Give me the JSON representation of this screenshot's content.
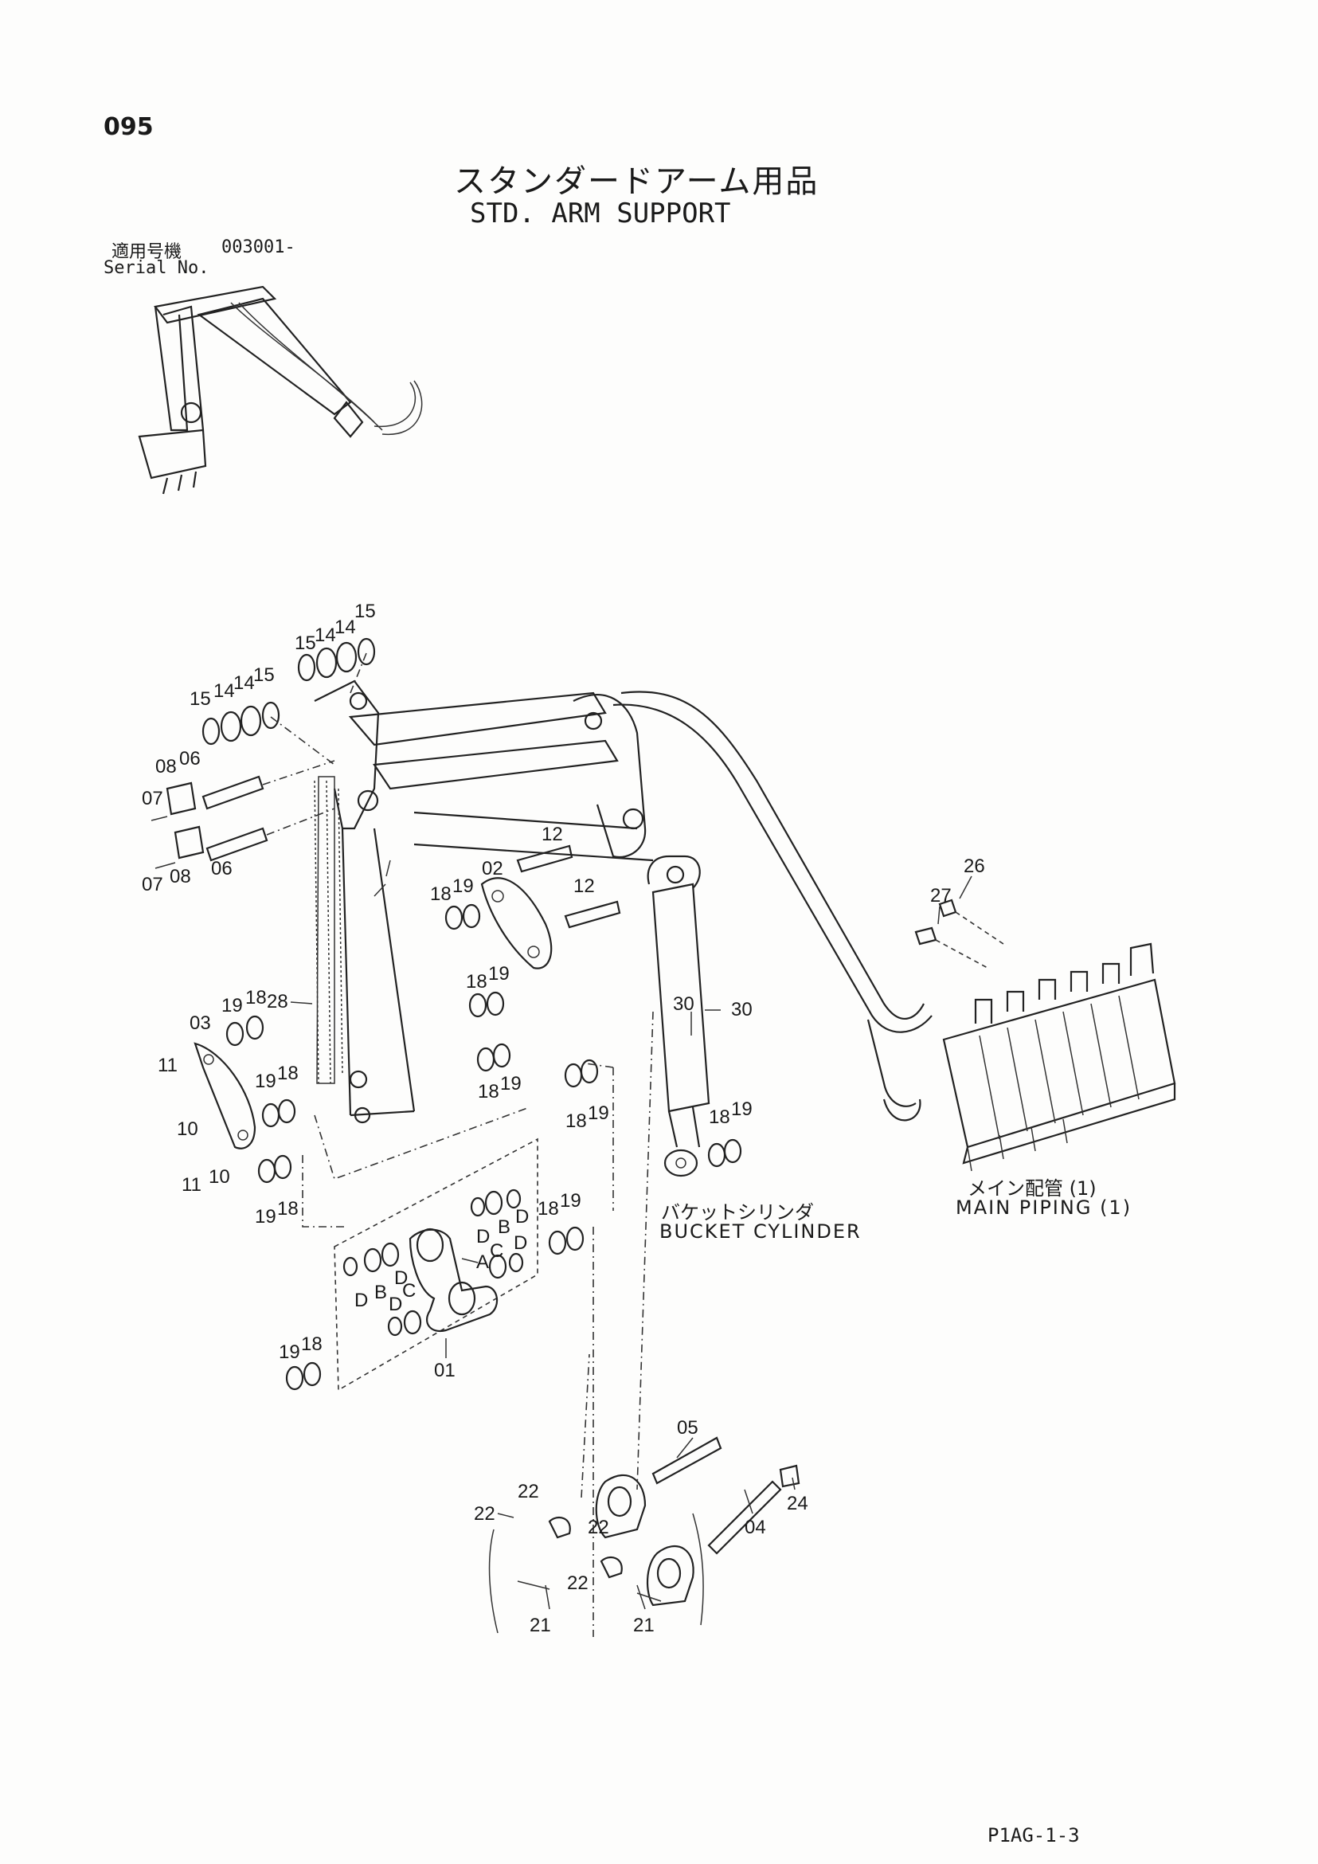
{
  "page_number": "095",
  "title_jp": "スタンダードアーム用品",
  "title_en": "STD. ARM SUPPORT",
  "serial": {
    "label_jp": "適用号機",
    "label_en": "Serial No.",
    "value": "003001-"
  },
  "callouts": {
    "bucket_cylinder_jp": "バケットシリンダ",
    "bucket_cylinder_en": "BUCKET CYLINDER",
    "main_piping_jp": "メイン配管 (1)",
    "main_piping_en": "MAIN PIPING (1)"
  },
  "footer_code": "P1AG-1-3",
  "part_labels": [
    "01",
    "02",
    "03",
    "04",
    "05",
    "06",
    "07",
    "08",
    "10",
    "11",
    "12",
    "14",
    "15",
    "18",
    "19",
    "21",
    "22",
    "24",
    "26",
    "27",
    "28",
    "30",
    "A",
    "B",
    "C",
    "D"
  ],
  "colors": {
    "ink": "#1a1a1a",
    "paper": "#fdfdfc"
  }
}
